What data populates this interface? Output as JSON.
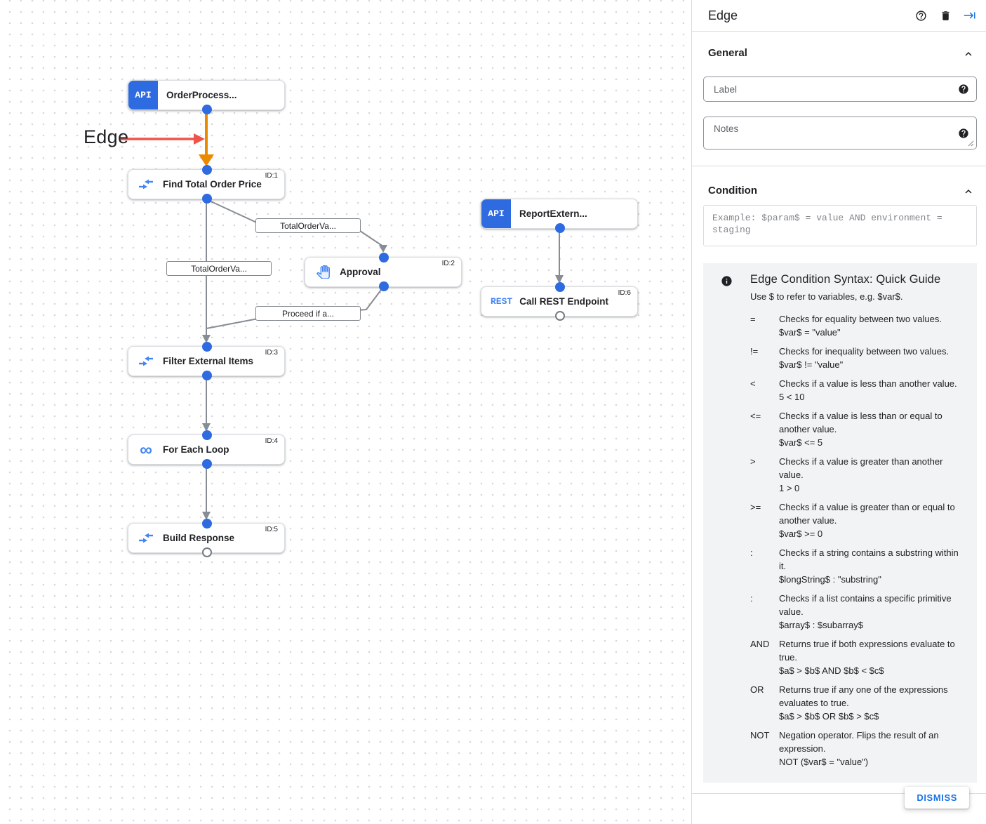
{
  "canvas": {
    "annotation": {
      "label": "Edge"
    },
    "nodes": {
      "order_process": {
        "badge": "API",
        "label": "OrderProcess..."
      },
      "find_total": {
        "label": "Find Total Order Price",
        "id_tag": "ID:1"
      },
      "approval": {
        "label": "Approval",
        "id_tag": "ID:2"
      },
      "report_extern": {
        "badge": "API",
        "label": "ReportExtern..."
      },
      "call_rest": {
        "icon_text": "REST",
        "label": "Call REST Endpoint",
        "id_tag": "ID:6"
      },
      "filter_items": {
        "label": "Filter External Items",
        "id_tag": "ID:3"
      },
      "for_each": {
        "label": "For Each Loop",
        "id_tag": "ID:4",
        "icon_glyph": "∞"
      },
      "build_response": {
        "label": "Build Response",
        "id_tag": "ID:5"
      }
    },
    "edge_labels": {
      "to_approval": "TotalOrderVa...",
      "main": "TotalOrderVa...",
      "from_approval": "Proceed if a..."
    }
  },
  "panel": {
    "title": "Edge",
    "header_icons": [
      "help-icon",
      "delete-icon",
      "collapse-panel-icon"
    ],
    "general": {
      "title": "General",
      "label_placeholder": "Label",
      "notes_placeholder": "Notes"
    },
    "condition": {
      "title": "Condition",
      "placeholder": "Example: $param$ = value AND environment = staging"
    },
    "dismiss_label": "DISMISS"
  },
  "guide": {
    "title": "Edge Condition Syntax: Quick Guide",
    "subtitle": "Use $ to refer to variables, e.g. $var$.",
    "rows": [
      {
        "op": "=",
        "desc": "Checks for equality between two values.",
        "example": "$var$ = \"value\""
      },
      {
        "op": "!=",
        "desc": "Checks for inequality between two values.",
        "example": "$var$ != \"value\""
      },
      {
        "op": "<",
        "desc": "Checks if a value is less than another value.",
        "example": "5 < 10"
      },
      {
        "op": "<=",
        "desc": "Checks if a value is less than or equal to another value.",
        "example": "$var$ <= 5"
      },
      {
        "op": ">",
        "desc": "Checks if a value is greater than another value.",
        "example": "1 > 0"
      },
      {
        "op": ">=",
        "desc": "Checks if a value is greater than or equal to another value.",
        "example": "$var$ >= 0"
      },
      {
        "op": ":",
        "desc": "Checks if a string contains a substring within it.",
        "example": "$longString$ : \"substring\""
      },
      {
        "op": ":",
        "desc": "Checks if a list contains a specific primitive value.",
        "example": "$array$ : $subarray$"
      },
      {
        "op": "AND",
        "desc": "Returns true if both expressions evaluate to true.",
        "example": "$a$ > $b$ AND $b$ < $c$"
      },
      {
        "op": "OR",
        "desc": "Returns true if any one of the expressions evaluates to true.",
        "example": "$a$ > $b$ OR $b$ > $c$"
      },
      {
        "op": "NOT",
        "desc": "Negation operator. Flips the result of an expression.",
        "example": "NOT ($var$ = \"value\")"
      }
    ]
  },
  "colors": {
    "accent_blue": "#1a73e8",
    "node_blue": "#2e6be0",
    "icon_blue": "#4285f4",
    "edge_gray": "#878d94",
    "edge_orange": "#ea8a00",
    "annotation_red": "#ef5349",
    "guide_bg": "#f1f3f4"
  }
}
